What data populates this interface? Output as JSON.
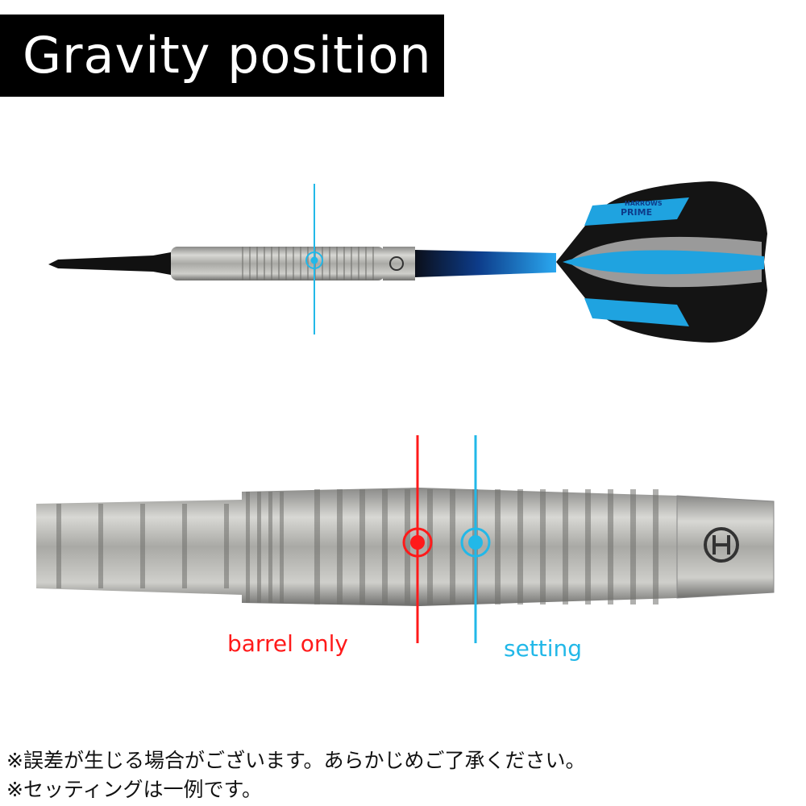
{
  "title": "Gravity position",
  "flight_logo": {
    "brand": "HARROWS",
    "model": "PRIME"
  },
  "labels": {
    "barrel_only": "barrel only",
    "setting": "setting"
  },
  "notes": [
    "※誤差が生じる場合がございます。あらかじめご了承ください。",
    "※セッティングは一例です。"
  ],
  "colors": {
    "barrel_only": "#ff1a1a",
    "setting": "#22b8e8",
    "flight_blue": "#1fa3e0"
  }
}
